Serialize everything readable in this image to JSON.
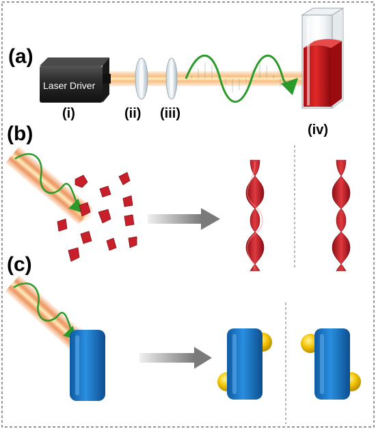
{
  "panel_labels": {
    "a": "(a)",
    "b": "(b)",
    "c": "(c)"
  },
  "setup": {
    "laser_text": "Laser Driver",
    "labels": [
      "(i)",
      "(ii)",
      "(iii)",
      "(iv)"
    ]
  },
  "colors": {
    "border": "#555555",
    "laser_body": "#2a2a2a",
    "beam_core": "#fff3c8",
    "beam_outer": "#f08a3a",
    "wave": "#2a9a2a",
    "cuvette_liquid": "#d01a1a",
    "crystal": "#c8202a",
    "helix": "#c8202a",
    "rod": "#1e7cc8",
    "gold": "#f2c200",
    "arrow": "#8a8a8a"
  },
  "icons": {
    "laser": "laser-driver-icon",
    "optics": "optical-element-icon",
    "cuvette": "cuvette-icon",
    "wave": "circular-polarization-wave-icon",
    "arrow": "process-arrow-icon"
  }
}
